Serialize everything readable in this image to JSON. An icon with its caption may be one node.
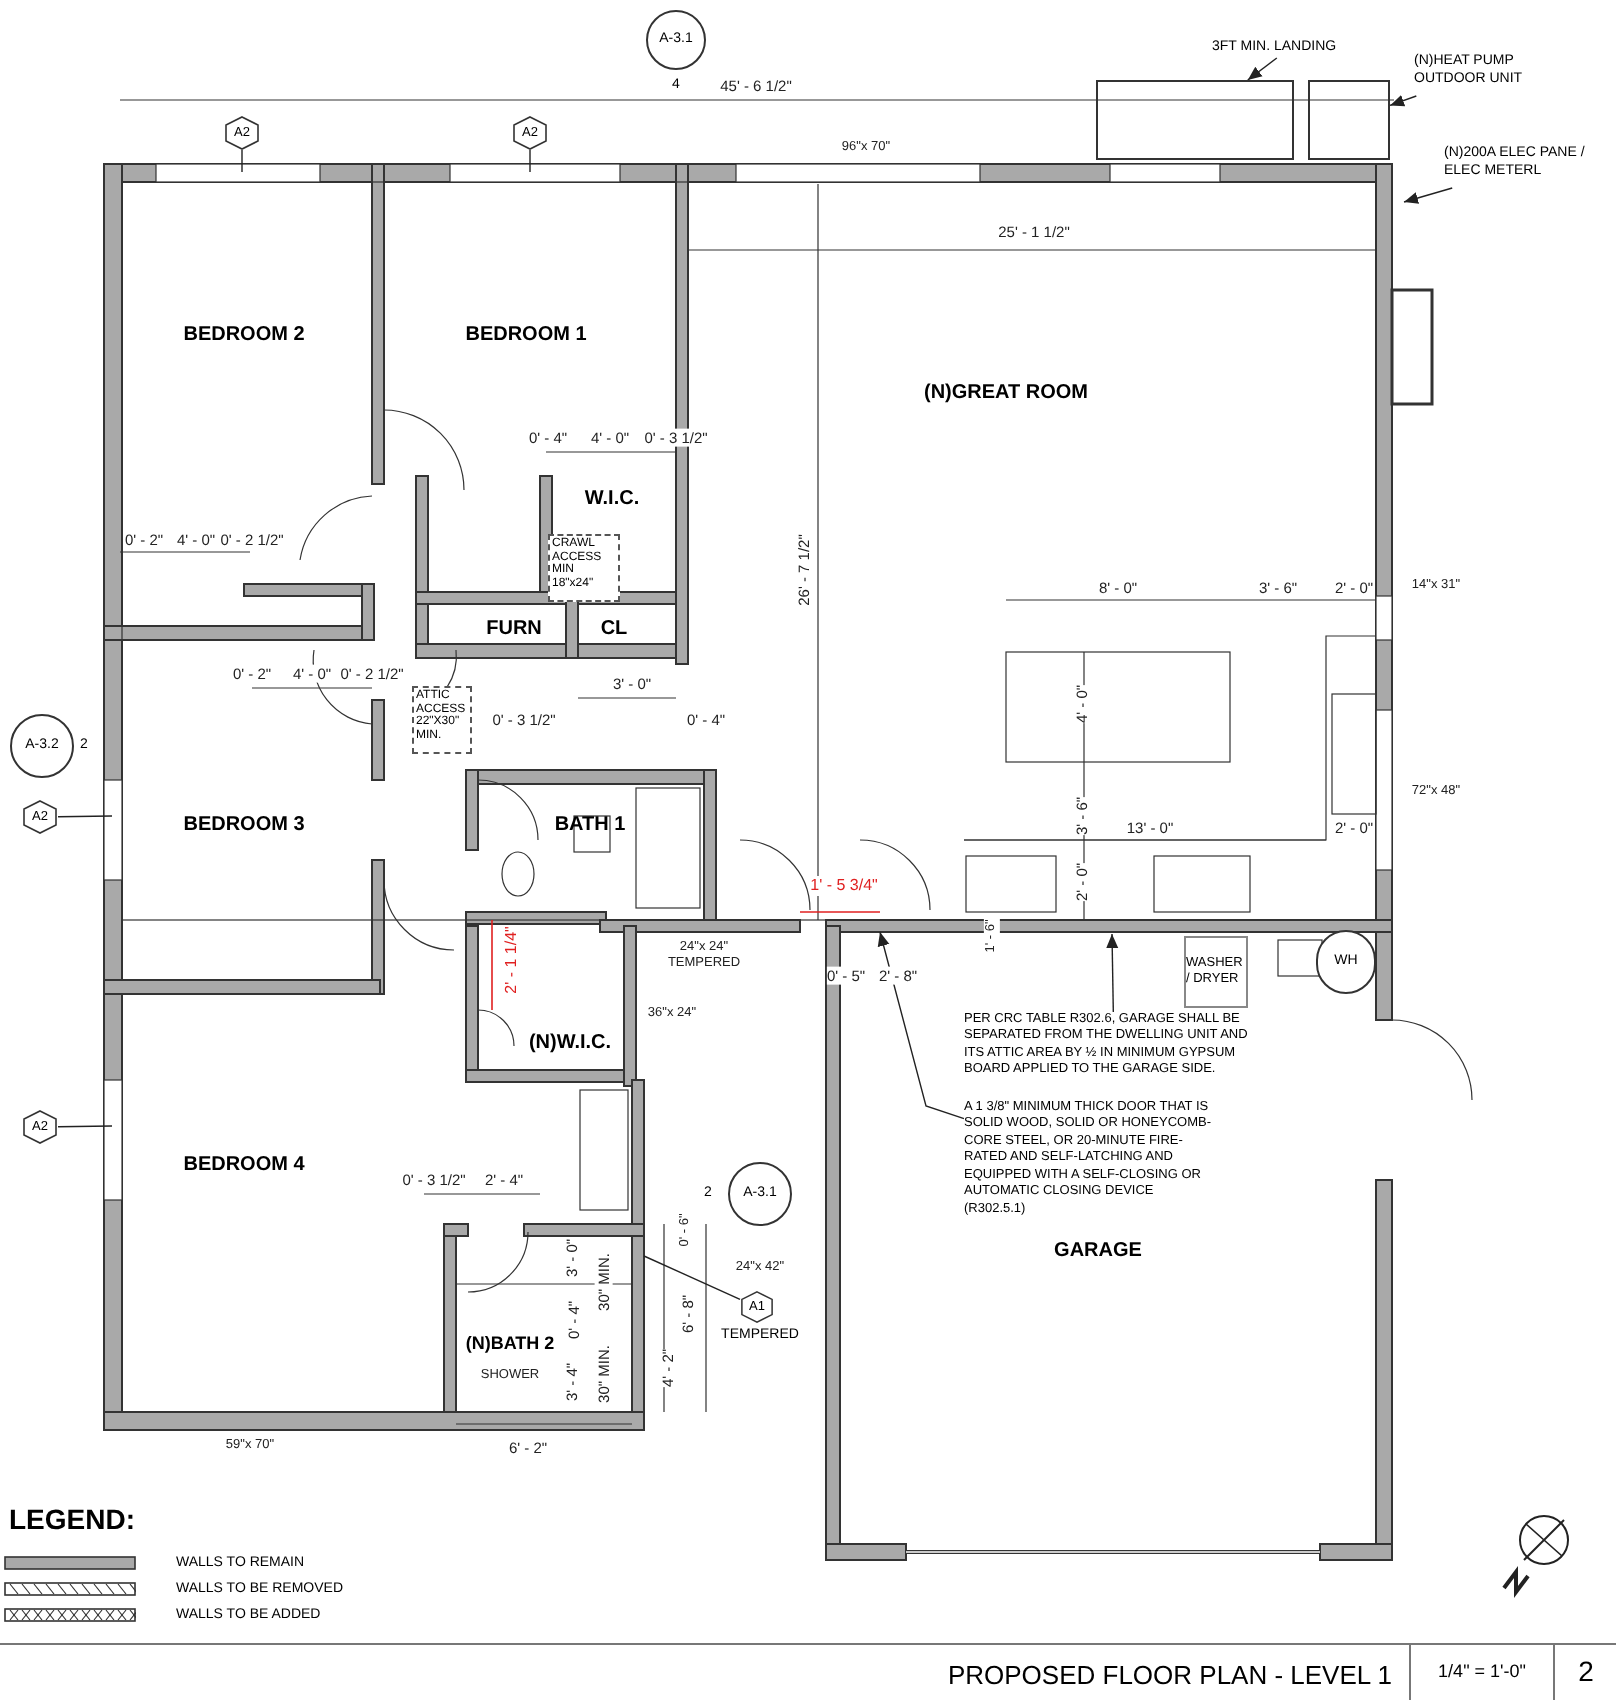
{
  "diagram": {
    "title": "PROPOSED FLOOR PLAN - LEVEL 1",
    "nodes": [
      {
        "text": [
          "3FT MIN. LANDING"
        ]
      },
      {
        "text": [],
        "shape": "box"
      },
      {
        "text": [
          "(N)HEAT PUMP OUTDOOR UNIT"
        ]
      },
      {
        "text": [],
        "shape": "box"
      },
      {
        "text": [
          "(N)200A ELEC PANE / ELEC METERL"
        ]
      },
      {
        "text": [
          "PER CRC TABLE R302.6, GARAGE SHALL BE SEPARATED FROM THE DWELLING UNIT AND ITS ATTIC AREA BY ½ IN MINIMUM GYPSUM BOARD APPLIED TO THE GARAGE SIDE."
        ]
      },
      {
        "text": [
          "A 1 3/8\" MINIMUM THICK DOOR THAT IS SOLID WOOD, SOLID OR HONEYCOMB-CORE STEEL, OR 20-MINUTE FIRE-RATED AND SELF-LATCHING AND EQUIPPED WITH A SELF-CLOSING OR AUTOMATIC CLOSING DEVICE (R302.5.1)"
        ]
      },
      {
        "text": [
          "A1"
        ],
        "beside": [
          "TEMPERED"
        ]
      },
      {
        "text": [
          "A2"
        ]
      },
      {
        "text": [
          "A2"
        ]
      },
      {
        "text": [
          "A2"
        ]
      },
      {
        "text": [
          "A2"
        ]
      },
      {
        "text": [
          "WASHER / DRYER"
        ]
      },
      {
        "text": [
          "WH"
        ]
      },
      {
        "text": [
          "A-3.1"
        ],
        "beside": [
          "4"
        ]
      },
      {
        "text": [
          "A-3.2"
        ],
        "beside": [
          "2"
        ]
      },
      {
        "text": [
          "A-3.1"
        ],
        "beside": [
          "2"
        ]
      },
      {
        "text": [
          "CRAWL ACCESS MIN 18\"x24\""
        ]
      },
      {
        "text": [
          "ATTIC ACCESS 22\"X30\" MIN."
        ]
      }
    ],
    "edges": [
      {
        "from": 0,
        "to": 1,
        "arrow": "to"
      },
      {
        "from": 2,
        "to": 3,
        "arrow": "to"
      },
      {
        "from": 4,
        "to": null,
        "arrow": "to"
      },
      {
        "from": 5,
        "to": null,
        "arrow": "to"
      },
      {
        "from": 6,
        "to": null,
        "arrow": "to"
      },
      {
        "from": 7,
        "to": null,
        "arrow": "none"
      },
      {
        "from": 8,
        "to": null,
        "arrow": "none"
      },
      {
        "from": 9,
        "to": null,
        "arrow": "none"
      },
      {
        "from": 10,
        "to": null,
        "arrow": "none"
      },
      {
        "from": 11,
        "to": null,
        "arrow": "none"
      }
    ],
    "labels": [
      "45' - 6 1/2\"",
      "96\"x 70\"",
      "BEDROOM 2",
      "BEDROOM 1",
      "25' - 1 1/2\"",
      "(N)GREAT ROOM",
      "0' - 4\"",
      "4' - 0\"",
      "0' - 3 1/2\"",
      "W.I.C.",
      "0' - 2\"",
      "4' - 0\"",
      "0' - 2 1/2\"",
      "26' - 7 1/2\"",
      "8' - 0\"",
      "3' - 6\"",
      "2' - 0\"",
      "14\"x 31\"",
      "FURN",
      "CL",
      "0' - 2\"",
      "4' - 0\"",
      "0' - 2 1/2\"",
      "3' - 0\"",
      "0' - 3 1/2\"",
      "0' - 4\"",
      "4' - 0\"",
      "72\"x 48\"",
      "BEDROOM 3",
      "BATH 1",
      "3' - 6\"",
      "13' - 0\"",
      "2' - 0\"",
      "2' - 0\"",
      "1' - 5 3/4\"",
      "1' - 6\"",
      "2' - 1 1/4\"",
      "24\"x 24\" TEMPERED",
      "0' - 5\"",
      "2' - 8\"",
      "36\"x 24\"",
      "(N)W.I.C.",
      "BEDROOM 4",
      "0' - 3 1/2\"",
      "2' - 4\"",
      "3' - 0\"",
      "30\" MIN.",
      "0' - 6\"",
      "24\"x 42\"",
      "GARAGE",
      "0' - 4\"",
      "6' - 8\"",
      "(N)BATH 2",
      "SHOWER",
      "3' - 4\"",
      "30\" MIN.",
      "4' - 2\"",
      "59\"x 70\"",
      "6' - 2\"",
      "LEGEND:",
      "1/4\" = 1'-0\"",
      "2"
    ],
    "legend": [
      {
        "text": "WALLS TO REMAIN"
      },
      {
        "text": "WALLS TO BE REMOVED"
      },
      {
        "text": "WALLS TO BE ADDED"
      }
    ]
  }
}
